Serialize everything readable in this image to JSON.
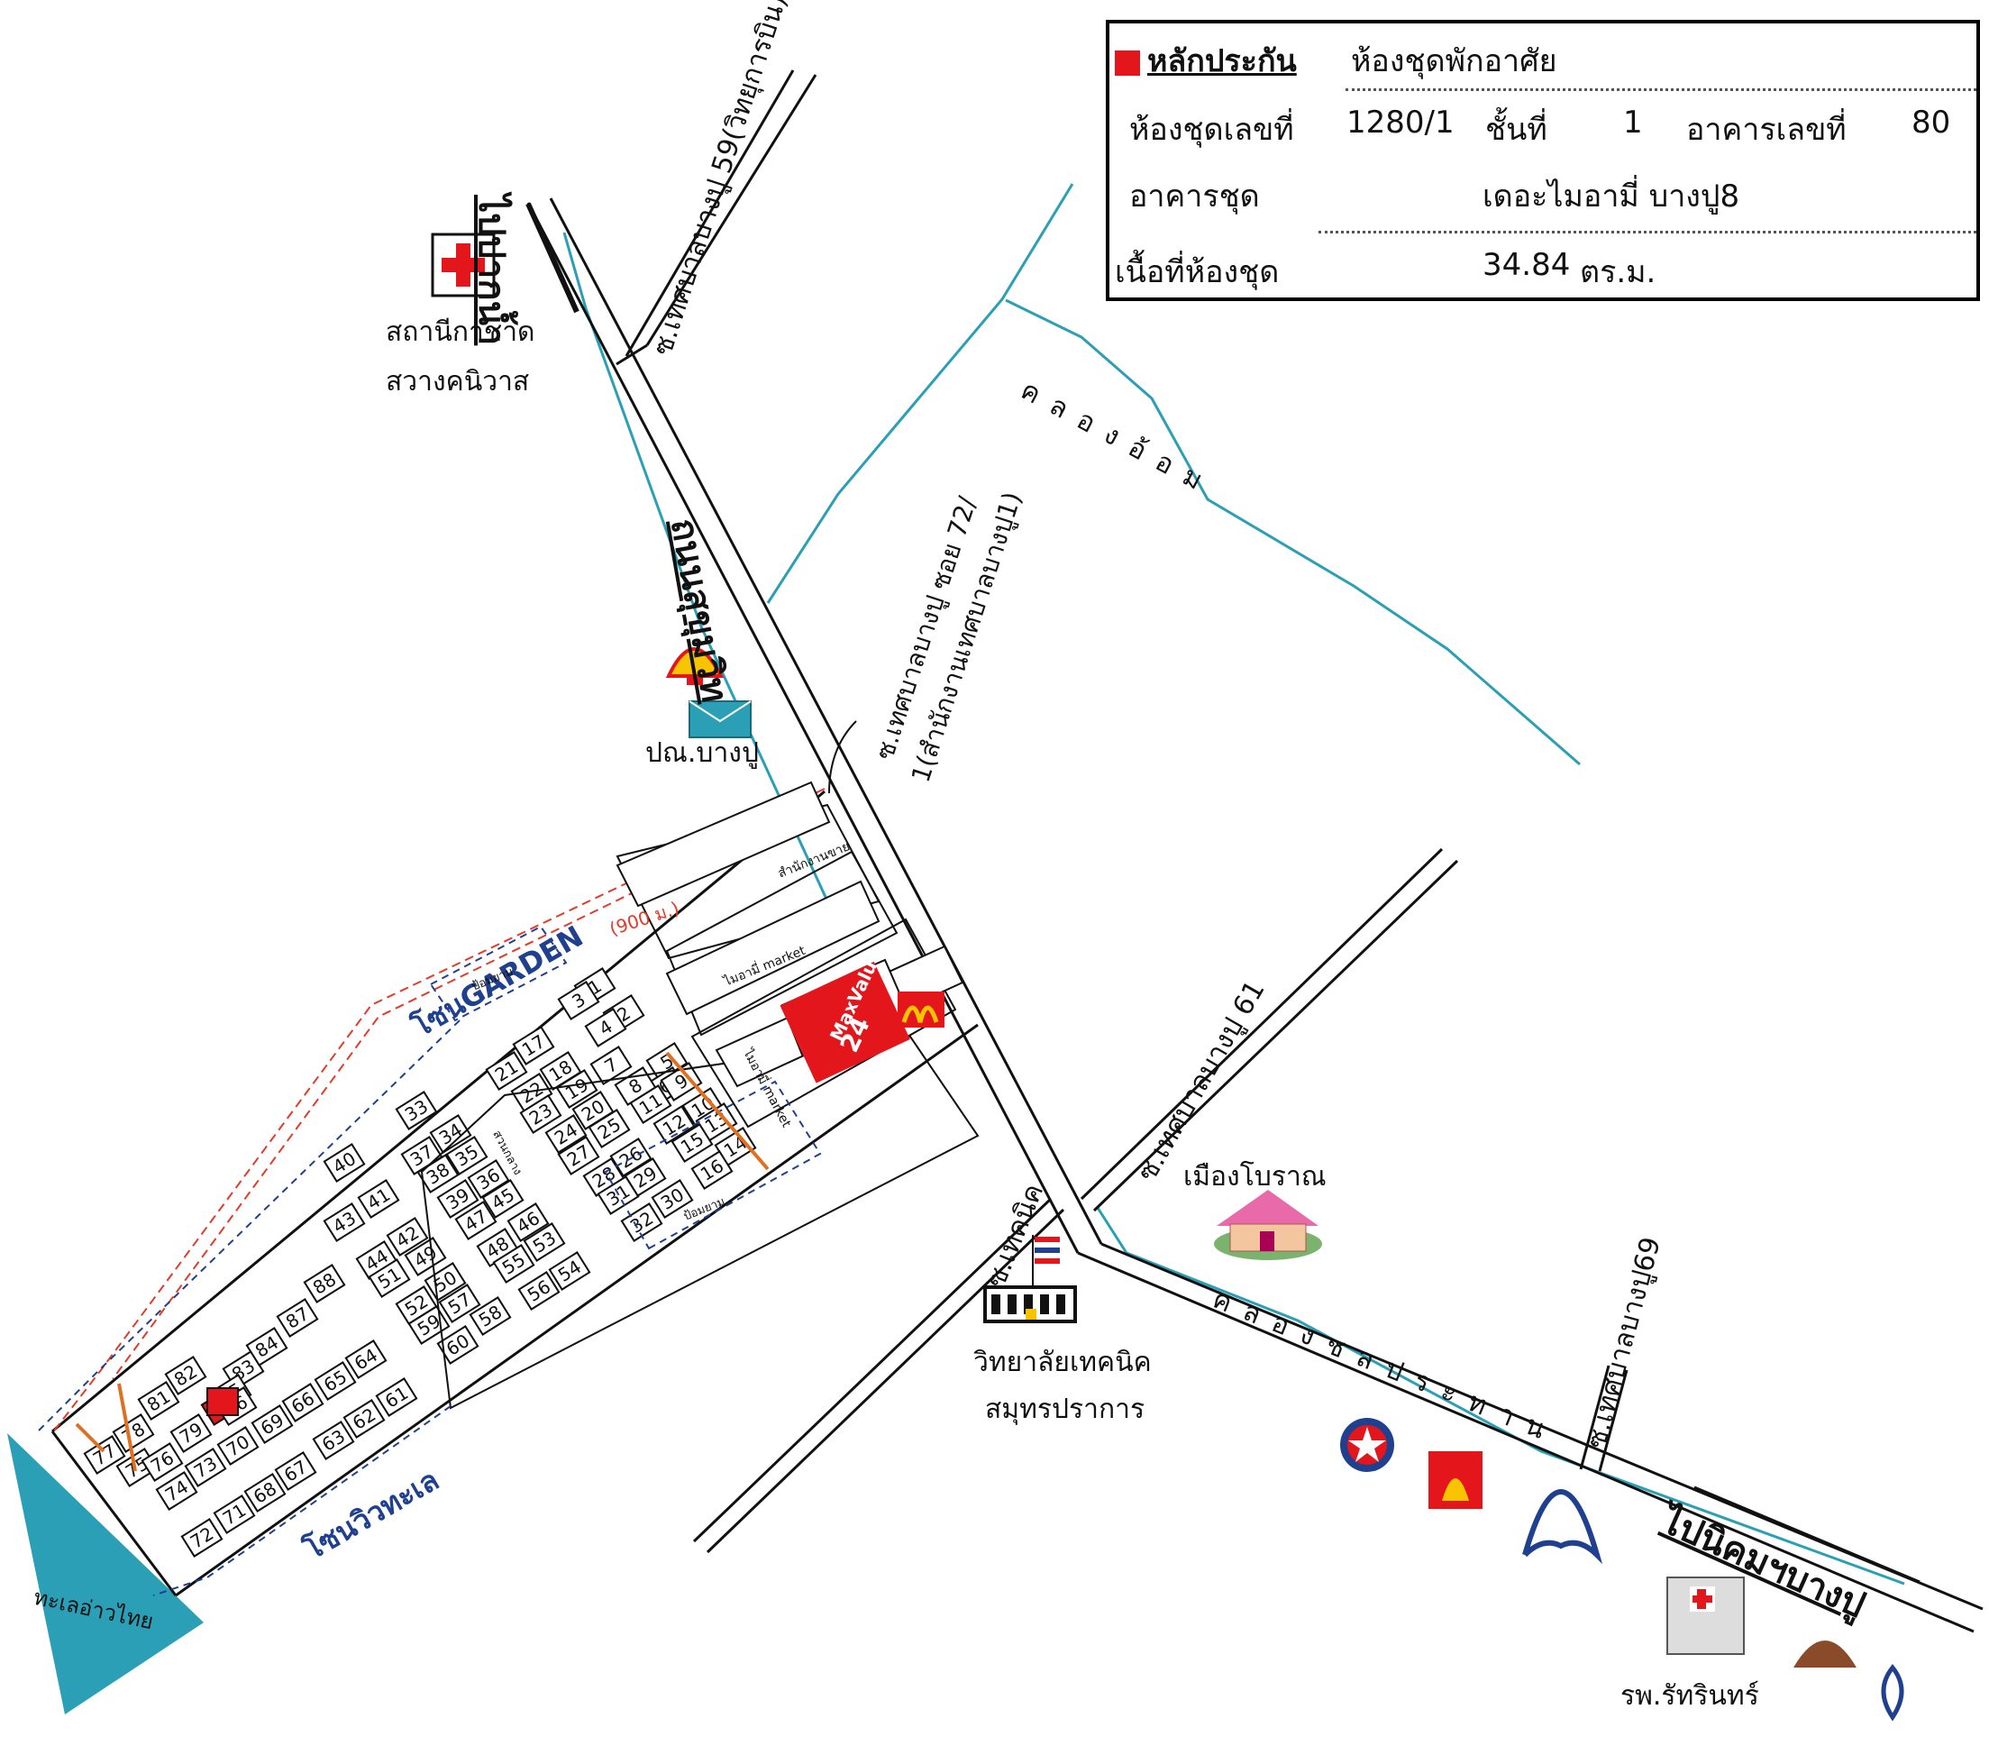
{
  "legend": {
    "collateral_label": "หลักประกัน",
    "collateral_value": "ห้องชุดพักอาศัย",
    "unit_label": "ห้องชุดเลขที่",
    "unit_value": "1280/1",
    "floor_label": "ชั้นที่",
    "floor_value": "1",
    "building_label": "อาคารเลขที่",
    "building_value": "80",
    "condo_label": "อาคารชุด",
    "condo_value": "เดอะไมอามี่ บางปู8",
    "area_label": "เนื้อที่ห้องชุด",
    "area_value": "34.84",
    "area_unit": "ตร.ม.",
    "marker_color": "#e3161b"
  },
  "labels": {
    "health_station_1": "สถานีกาชาด",
    "health_station_2": "สวางคนิวาส",
    "post_office": "ปณ.บางปู",
    "ancient_city": "เมืองโบราณ",
    "college_1": "วิทยาลัยเทคนิค",
    "college_2": "สมุทรปราการ",
    "hospital": "รพ.รัทรินทร์",
    "sea": "ทะเลอ่าวไทย",
    "distance": "(900 ม.)"
  },
  "roads": {
    "to_paknam": "ไปปากน้ำ",
    "sukhumvit": "ถนนสุขุมวิท",
    "to_nikhom": "ไปนิคมฯบางปู",
    "soi59": "ซ.เทศบาลบางปู 59(วิทยุการบิน)",
    "soi72_1": "ซ.เทศบาลบางปู ซอย 72/",
    "soi72_2": "1(สำนักงานเทศบาลบางปู1)",
    "soi61": "ซ.เทศบาลบางปู 61",
    "soi69": "ซ.เทศบาลบางปู69",
    "soi_technic": "ซ.เทคนิค"
  },
  "canals": {
    "khlong_om": "คลองอ้อม",
    "khlong_chon": "คลองชลประทาน"
  },
  "zones": {
    "garden": "โซนGARDEN",
    "seaview": "โซนวิวทะเล"
  },
  "plan_text": {
    "office": "สำนักงานขาย",
    "miami_market_1": "ไมอามี่ market",
    "miami_market_2": "ไมอามี่ market",
    "pool_1": "ป้อมยาม",
    "pool_2": "ป้อมยาม",
    "garden_1": "สวนกลาง",
    "store": "MaxValu",
    "store_hours": "24"
  },
  "buildings": [
    "1",
    "2",
    "3",
    "4",
    "5",
    "6",
    "7",
    "8",
    "9",
    "10",
    "11",
    "12",
    "13",
    "14",
    "15",
    "16",
    "17",
    "18",
    "19",
    "20",
    "21",
    "22",
    "23",
    "24",
    "25",
    "26",
    "27",
    "28",
    "29",
    "30",
    "31",
    "32",
    "33",
    "34",
    "35",
    "36",
    "37",
    "38",
    "39",
    "40",
    "41",
    "42",
    "43",
    "44",
    "45",
    "46",
    "47",
    "48",
    "49",
    "50",
    "51",
    "52",
    "53",
    "54",
    "55",
    "56",
    "57",
    "58",
    "59",
    "60",
    "61",
    "62",
    "63",
    "64",
    "65",
    "66",
    "67",
    "68",
    "69",
    "70",
    "71",
    "72",
    "73",
    "74",
    "75",
    "76",
    "77",
    "78",
    "79",
    "80",
    "81",
    "82",
    "83",
    "84",
    "85",
    "86",
    "87",
    "88"
  ],
  "highlighted_building": "80",
  "colors": {
    "water": "#2a9fb5",
    "road": "#111111",
    "route": "#e33b2a",
    "zone": "#1f3f8f",
    "marker": "#e3161b"
  }
}
